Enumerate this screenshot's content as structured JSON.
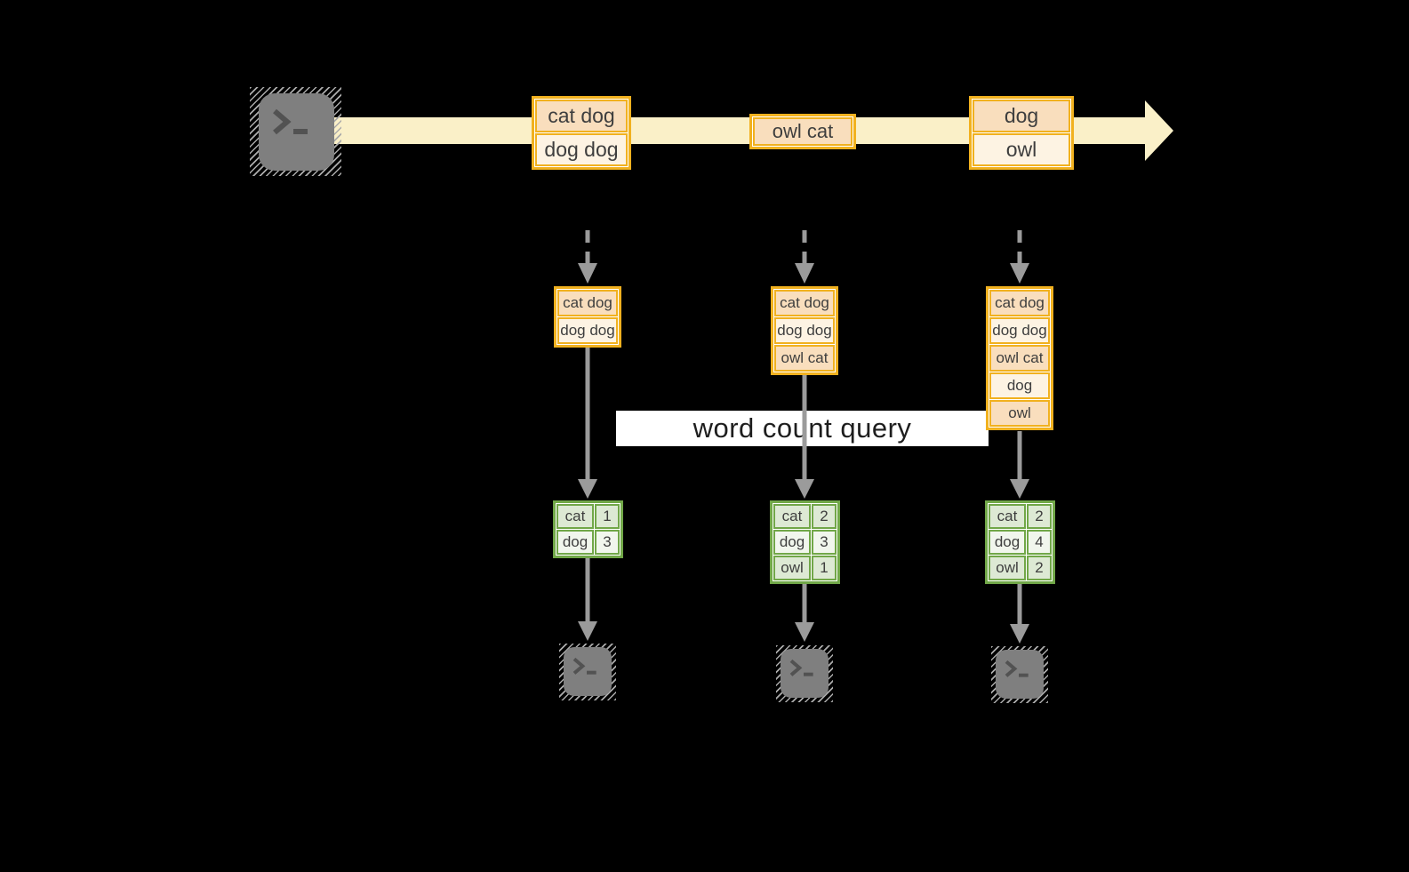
{
  "query_banner": {
    "label": "word count query"
  },
  "timeline": {
    "records": [
      {
        "rows": [
          "cat dog",
          "dog dog"
        ]
      },
      {
        "rows": [
          "owl cat"
        ]
      },
      {
        "rows": [
          "dog",
          "owl"
        ]
      }
    ]
  },
  "batches": [
    {
      "input": [
        "cat dog",
        "dog dog"
      ],
      "result": [
        [
          "cat",
          "1"
        ],
        [
          "dog",
          "3"
        ]
      ]
    },
    {
      "input": [
        "cat dog",
        "dog dog",
        "owl cat"
      ],
      "result": [
        [
          "cat",
          "2"
        ],
        [
          "dog",
          "3"
        ],
        [
          "owl",
          "1"
        ]
      ]
    },
    {
      "input": [
        "cat dog",
        "dog dog",
        "owl cat",
        "dog",
        "owl"
      ],
      "result": [
        [
          "cat",
          "2"
        ],
        [
          "dog",
          "4"
        ],
        [
          "owl",
          "2"
        ]
      ]
    }
  ],
  "icons": {
    "terminal_prompt": ">_"
  },
  "colors": {
    "accent_orange": "#F1B11F",
    "record_fill_dark": "#F9DEBD",
    "record_fill_light": "#FDF3E3",
    "timeline_band": "#FAF0C8",
    "result_border_green": "#71A748",
    "result_fill_dark": "#DDE9D4",
    "result_fill_light": "#F1F6ED",
    "arrow_gray": "#9B9B9B",
    "terminal_gray": "#7F7F7F",
    "banner_bg": "#FFFFFF",
    "background": "#000000"
  }
}
